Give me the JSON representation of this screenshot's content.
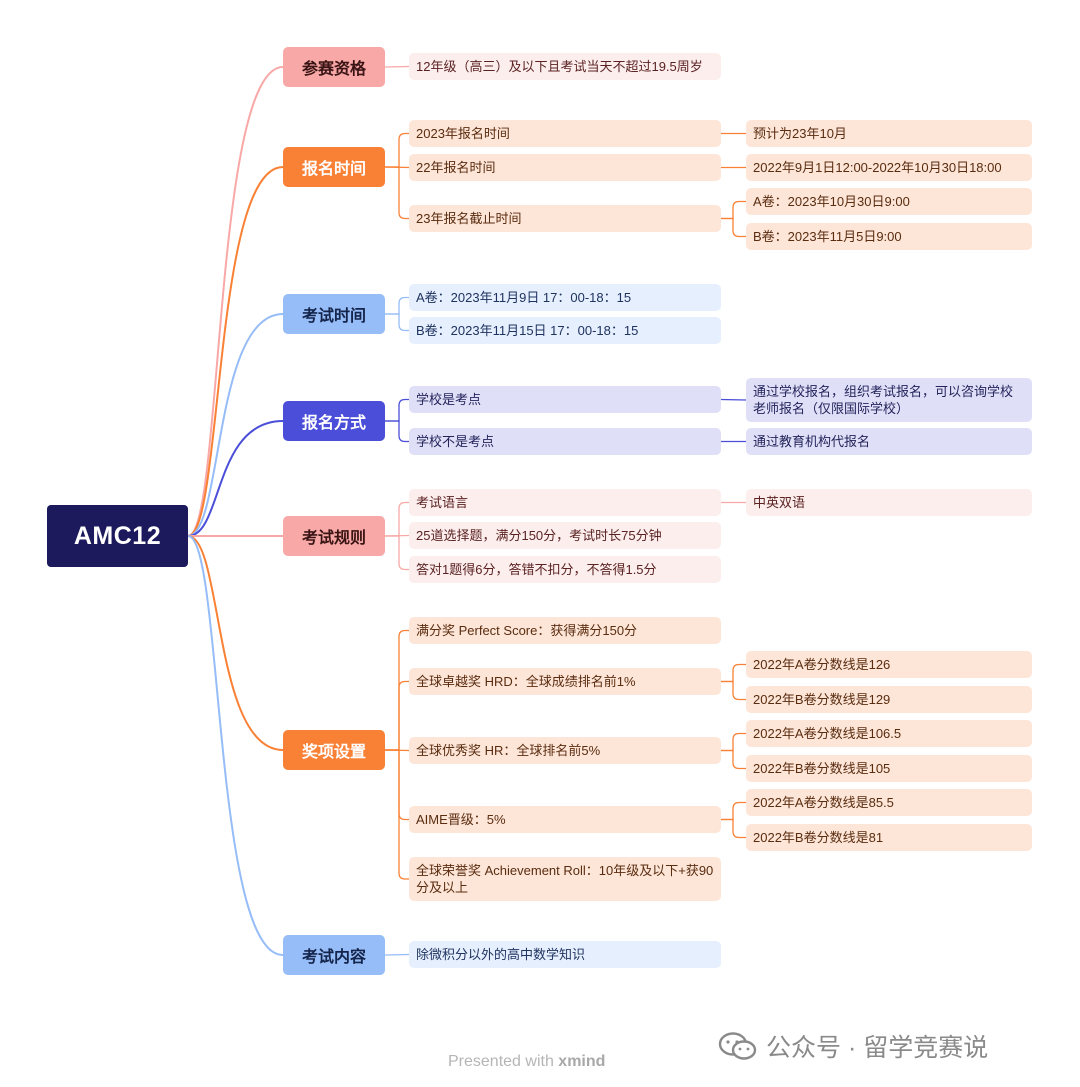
{
  "root": {
    "label": "AMC12"
  },
  "branches": [
    {
      "theme": "pink",
      "label": "参赛资格",
      "leaves": [
        {
          "text": "12年级（高三）及以下且考试当天不超过19.5周岁"
        }
      ]
    },
    {
      "theme": "orange",
      "label": "报名时间",
      "leaves": [
        {
          "text": "2023年报名时间",
          "sub": [
            "预计为23年10月"
          ]
        },
        {
          "text": "22年报名时间",
          "sub": [
            "2022年9月1日12:00-2022年10月30日18:00"
          ]
        },
        {
          "text": "23年报名截止时间",
          "sub": [
            "A卷：2023年10月30日9:00",
            "B卷：2023年11月5日9:00"
          ]
        }
      ]
    },
    {
      "theme": "blue",
      "label": "考试时间",
      "leaves": [
        {
          "text": "A卷：2023年11月9日 17：00-18：15"
        },
        {
          "text": "B卷：2023年11月15日 17：00-18：15"
        }
      ]
    },
    {
      "theme": "violet",
      "label": "报名方式",
      "leaves": [
        {
          "text": "学校是考点",
          "sub": [
            "通过学校报名，组织考试报名，可以咨询学校老师报名（仅限国际学校）"
          ]
        },
        {
          "text": "学校不是考点",
          "sub": [
            "通过教育机构代报名"
          ]
        }
      ]
    },
    {
      "theme": "pink",
      "label": "考试规则",
      "leaves": [
        {
          "text": "考试语言",
          "sub": [
            "中英双语"
          ]
        },
        {
          "text": "25道选择题，满分150分，考试时长75分钟"
        },
        {
          "text": "答对1题得6分，答错不扣分，不答得1.5分"
        }
      ]
    },
    {
      "theme": "orange",
      "label": "奖项设置",
      "leaves": [
        {
          "text": "满分奖 Perfect Score：获得满分150分"
        },
        {
          "text": "全球卓越奖 HRD：全球成绩排名前1%",
          "sub": [
            "2022年A卷分数线是126",
            "2022年B卷分数线是129"
          ]
        },
        {
          "text": "全球优秀奖 HR：全球排名前5%",
          "sub": [
            "2022年A卷分数线是106.5",
            "2022年B卷分数线是105"
          ]
        },
        {
          "text": "AIME晋级：5%",
          "sub": [
            "2022年A卷分数线是85.5",
            "2022年B卷分数线是81"
          ]
        },
        {
          "text": "全球荣誉奖 Achievement Roll：10年级及以下+获90分及以上"
        }
      ]
    },
    {
      "theme": "blue",
      "label": "考试内容",
      "leaves": [
        {
          "text": "除微积分以外的高中数学知识"
        }
      ]
    }
  ],
  "footer": {
    "prefix": "Presented with",
    "brand": "xmind"
  },
  "watermark": {
    "text": "公众号 · 留学竞赛说",
    "icon": "wechat-icon"
  },
  "colors": {
    "root": "#1c1a5c",
    "orange": "#f98135",
    "pink": "#f8a9a7",
    "blue": "#96bdf7",
    "violet": "#4a4ed8"
  }
}
